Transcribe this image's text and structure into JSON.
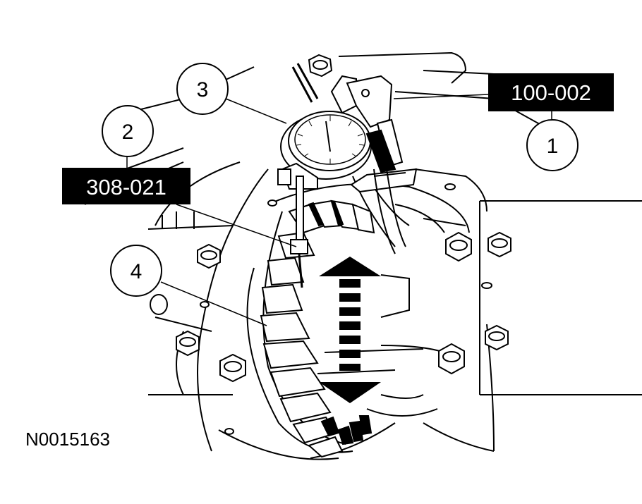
{
  "callouts": [
    {
      "number": "1"
    },
    {
      "number": "2"
    },
    {
      "number": "3"
    },
    {
      "number": "4"
    }
  ],
  "tool_labels": {
    "tool_1": "100-002",
    "tool_2": "308-021"
  },
  "figure_id": "N0015163",
  "colors": {
    "ink": "#000000",
    "paper": "#ffffff"
  }
}
